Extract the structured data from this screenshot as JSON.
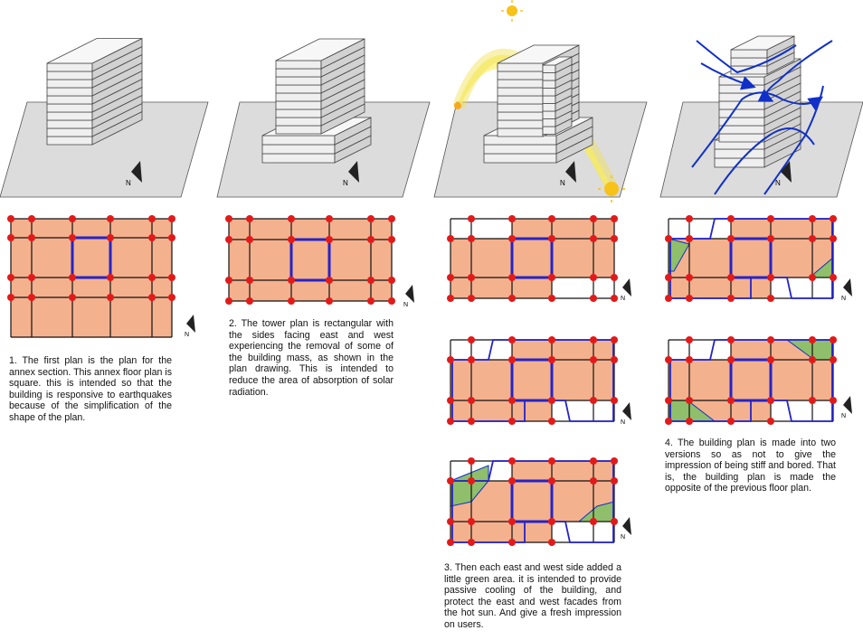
{
  "compass": {
    "north_label": "N"
  },
  "captions": [
    "1. The first plan is the plan for the annex section. This annex floor plan is square. this is intended so that the building is responsive to earthquakes because of the simplification of the shape of the plan.",
    "2. The tower plan is rectangular with the sides facing east and west experiencing the removal of some of the building mass, as shown in the plan drawing. This is intended to reduce the area of absorption of solar radiation.",
    "3. Then each east and west side added a little green area. it is intended to provide passive cooling of the building, and protect the east and west facades from the hot sun. And give a fresh impression on users.",
    "4. The building plan is made into two versions so as not to give the impression of being stiff and bored. That is, the building plan is made the opposite of the previous floor plan."
  ],
  "colors": {
    "floor_fill": "#f4b18e",
    "core_outline": "#2424c8",
    "column_dot": "#e31a1a",
    "green_area": "#8fbf6a",
    "wind_arrow": "#1030c8",
    "sun": "#f7c21a",
    "sun_path": "#fbf27a",
    "site_plate": "#dcdcdc",
    "building": "#efefef"
  },
  "icons": {
    "compass": "north-arrow-icon",
    "sun": "sun-icon",
    "wind": "wind-arrow-icon",
    "column": "column-dot-icon"
  }
}
